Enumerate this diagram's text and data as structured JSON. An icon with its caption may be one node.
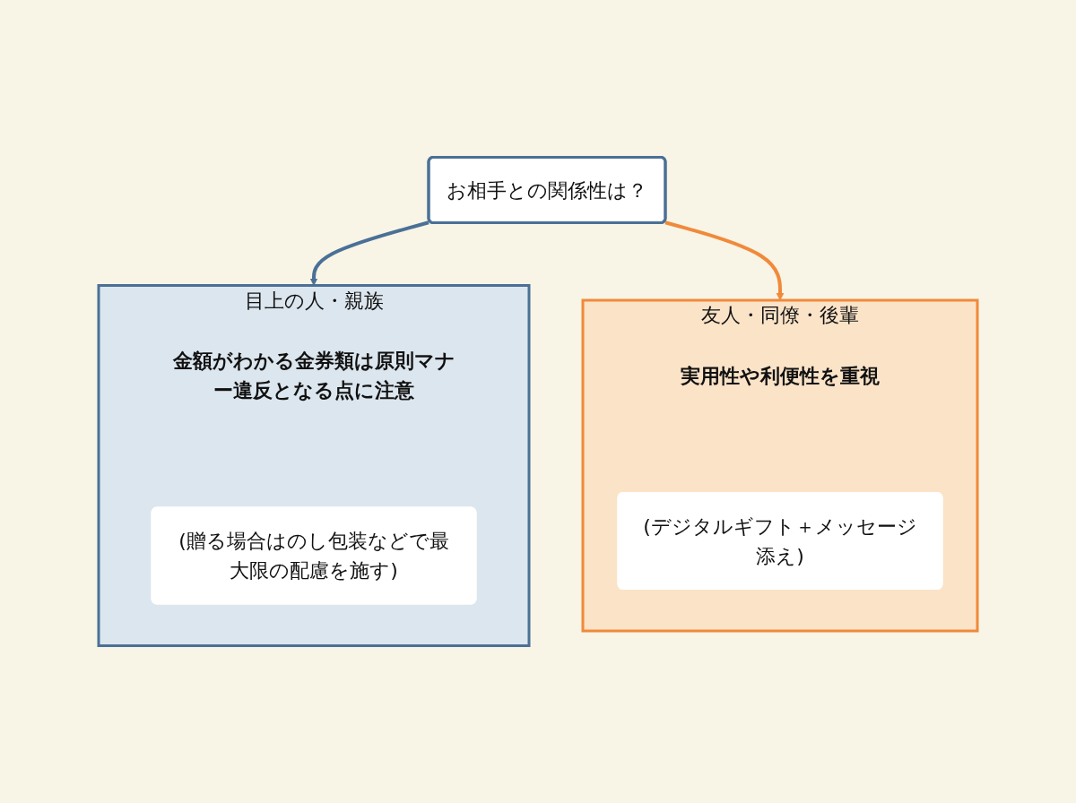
{
  "diagram": {
    "nodes": [
      {
        "text": [
          "お相手との関係性は？"
        ]
      },
      {
        "text": [
          "目上の人・親族",
          "金額がわかる金券類は原則マナー違反となる点に注意"
        ]
      },
      {
        "text": [
          "(贈る場合はのし包装などで最大限の配慮を施す)"
        ],
        "in": 1
      },
      {
        "text": [
          "友人・同僚・後輩",
          "実用性や利便性を重視"
        ]
      },
      {
        "text": [
          "(デジタルギフト＋メッセージ添え)"
        ],
        "in": 3
      }
    ],
    "edges": [
      {
        "from": 0,
        "to": 1,
        "arrow": "to",
        "color": "#4a7096"
      },
      {
        "from": 0,
        "to": 3,
        "arrow": "to",
        "color": "#f08a3a"
      }
    ]
  }
}
